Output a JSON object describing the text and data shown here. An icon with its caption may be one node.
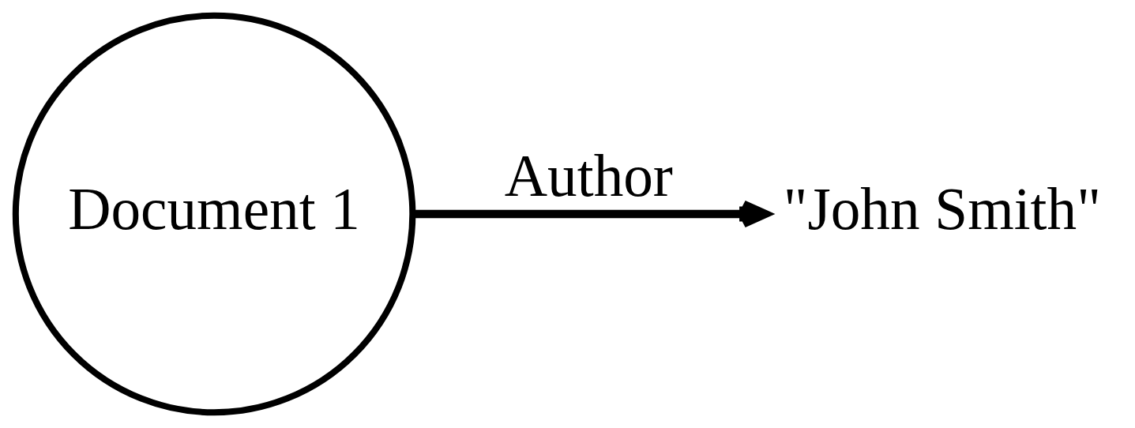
{
  "diagram": {
    "nodes": [
      {
        "text": [
          "Document 1"
        ]
      },
      {
        "text": [
          "\"John Smith\""
        ]
      }
    ],
    "edges": [
      {
        "from": 0,
        "to": 1,
        "arrow": "to",
        "label": "Author"
      }
    ]
  }
}
